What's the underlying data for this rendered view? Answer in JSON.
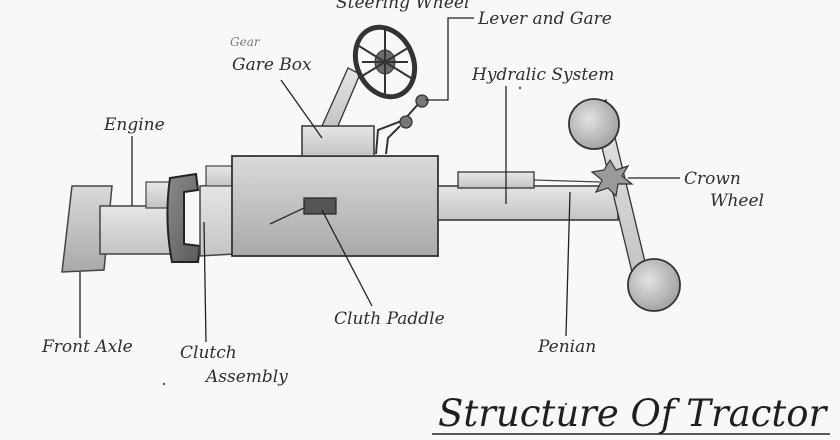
{
  "diagram": {
    "title": "Structure Of Tractor",
    "labels": {
      "steering": "Steering Wheel",
      "lever_gear": "Lever and Gare",
      "gear_annotation": "Gear",
      "gear_box": "Gare Box",
      "hydraulic": "Hydralic System",
      "engine": "Engine",
      "crown": "Crown",
      "wheel": "Wheel",
      "front_axle": "Front Axle",
      "clutch": "Clutch",
      "assembly": "Assembly",
      "clutch_paddle": "Cluth Paddle",
      "pinion": "Penian"
    }
  }
}
